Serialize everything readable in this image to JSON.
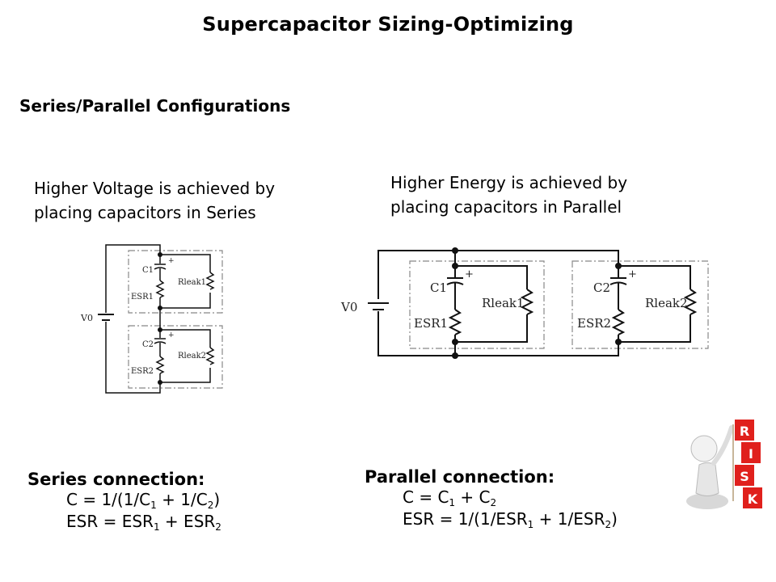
{
  "slide": {
    "title": "Supercapacitor Sizing-Optimizing",
    "subtitle": "Series/Parallel Configurations"
  },
  "series": {
    "caption_line1": "Higher Voltage is achieved by",
    "caption_line2": "placing capacitors in Series",
    "diagram": {
      "source_label": "V0",
      "cap1": "C1",
      "esr1": "ESR1",
      "rleak1": "Rleak1",
      "cap2": "C2",
      "esr2": "ESR2",
      "rleak2": "Rleak2",
      "plus": "+"
    },
    "formula_heading": "Series connection:",
    "formula_c": {
      "lhs": "C = 1/(1/C",
      "s1": "1",
      "mid": " + 1/C",
      "s2": "2",
      "rhs": ")"
    },
    "formula_esr": {
      "lhs": "ESR = ESR",
      "s1": "1",
      "mid": " + ESR",
      "s2": "2",
      "rhs": ""
    }
  },
  "parallel": {
    "caption_line1": "Higher Energy is achieved by",
    "caption_line2": "placing capacitors in Parallel",
    "diagram": {
      "source_label": "V0",
      "cap1": "C1",
      "esr1": "ESR1",
      "rleak1": "Rleak1",
      "cap2": "C2",
      "esr2": "ESR2",
      "rleak2": "Rleak2",
      "plus": "+"
    },
    "formula_heading": "Parallel connection:",
    "formula_c": {
      "lhs": "C = C",
      "s1": "1",
      "mid": " + C",
      "s2": "2",
      "rhs": ""
    },
    "formula_esr": {
      "lhs": "ESR = 1/(1/ESR",
      "s1": "1",
      "mid": " + 1/ESR",
      "s2": "2",
      "rhs": ")"
    }
  },
  "decoration": {
    "risk_letters": [
      "R",
      "I",
      "S",
      "K"
    ],
    "risk_color": "#e0201c"
  }
}
